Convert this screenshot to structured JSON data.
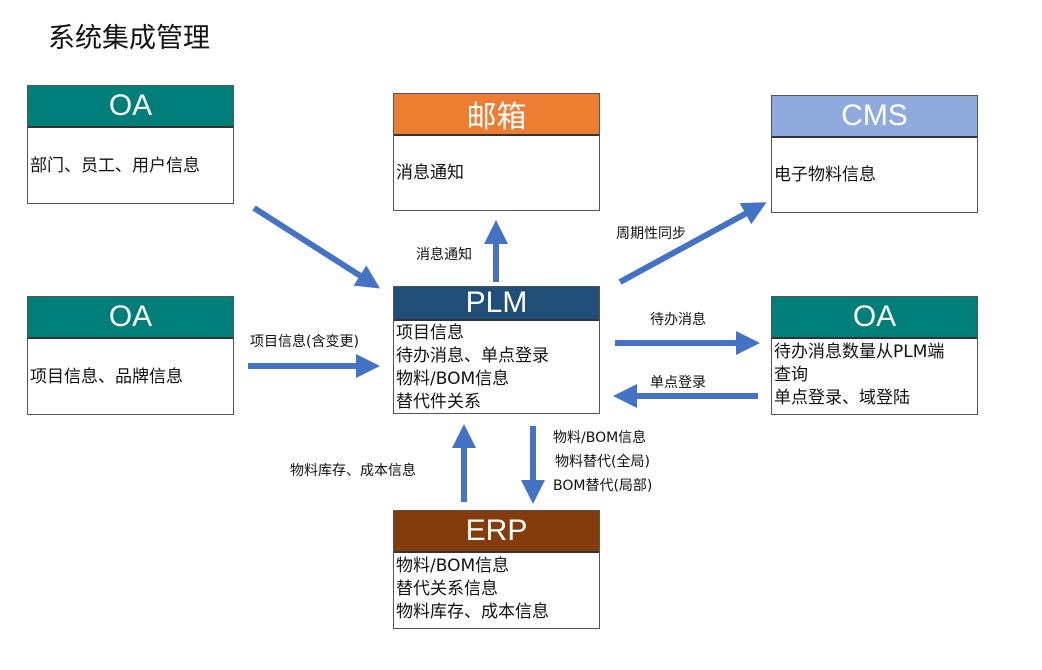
{
  "title": "系统集成管理",
  "colors": {
    "oa": "#007f7a",
    "mail": "#ed7d31",
    "cms": "#8faadc",
    "plm": "#1f4e79",
    "erp": "#843c0c",
    "arrow": "#4472c4"
  },
  "nodes": {
    "oa_top": {
      "name": "OA",
      "lines": [
        "部门、员工、用户信息"
      ]
    },
    "mail": {
      "name": "邮箱",
      "lines": [
        "消息通知"
      ]
    },
    "cms": {
      "name": "CMS",
      "lines": [
        "电子物料信息"
      ]
    },
    "oa_mid": {
      "name": "OA",
      "lines": [
        "项目信息、品牌信息"
      ]
    },
    "plm": {
      "name": "PLM",
      "lines": [
        "项目信息",
        "待办消息、单点登录",
        "物料/BOM信息",
        "替代件关系"
      ]
    },
    "oa_right": {
      "name": "OA",
      "lines": [
        "待办消息数量从PLM端",
        "查询",
        "单点登录、域登陆"
      ]
    },
    "erp": {
      "name": "ERP",
      "lines": [
        "物料/BOM信息",
        "替代关系信息",
        "物料库存、成本信息"
      ]
    }
  },
  "edges": {
    "plm_to_mail": "消息通知",
    "plm_to_cms": "周期性同步",
    "oa_mid_to_plm": "项目信息(含变更)",
    "plm_to_oa_right": "待办消息",
    "oa_right_to_plm": "单点登录",
    "erp_to_plm": "物料库存、成本信息",
    "plm_to_erp": [
      "物料/BOM信息",
      "物料替代(全局)",
      "BOM替代(局部)"
    ]
  }
}
